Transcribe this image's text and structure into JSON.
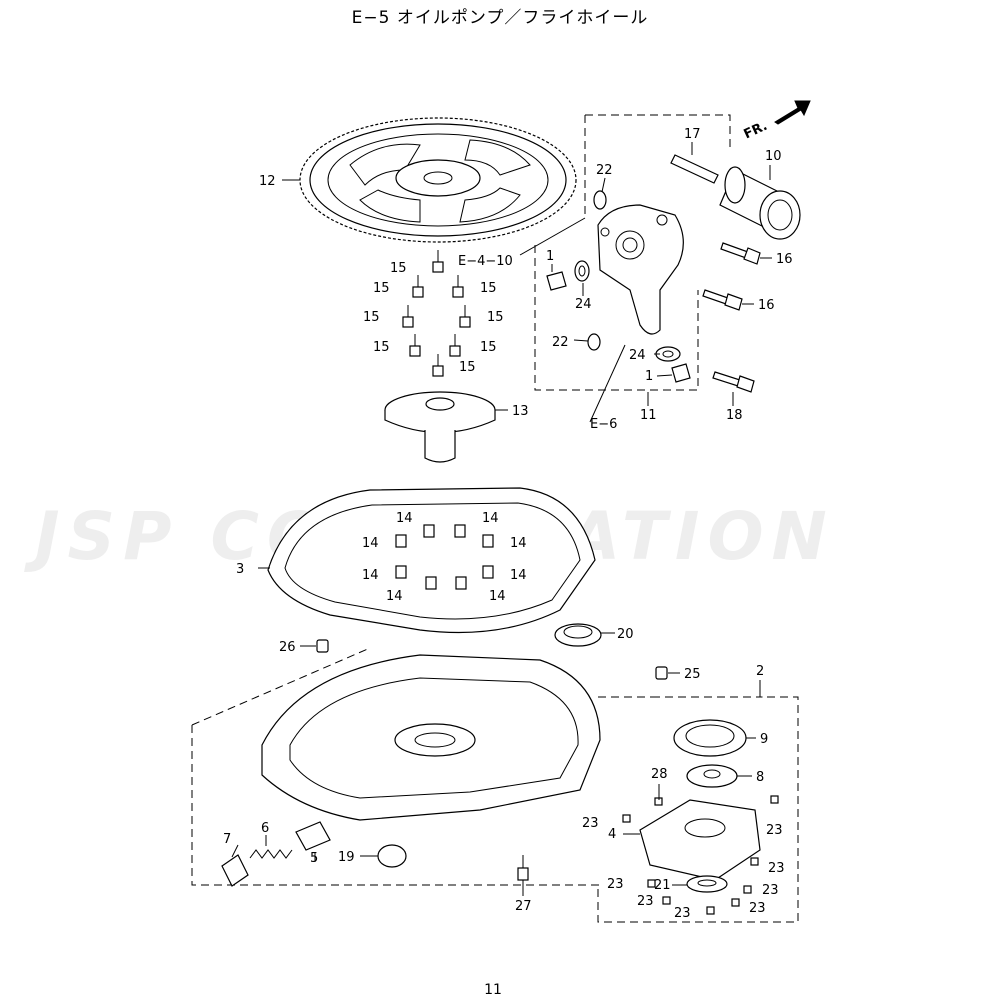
{
  "title": "E−5  オイルポンプ／フライホイール",
  "page_number": "11",
  "watermark": "JSP CORPORATION",
  "direction_label": "FR.",
  "refs": {
    "ref_e4_10": "E−4−10",
    "ref_e6": "E−6"
  },
  "callouts": {
    "c1a": "1",
    "c1b": "1",
    "c2": "2",
    "c3": "3",
    "c4": "4",
    "c5": "5",
    "c6": "6",
    "c7": "7",
    "c8": "8",
    "c9": "9",
    "c10": "10",
    "c11": "11",
    "c12": "12",
    "c13": "13",
    "c14": "14",
    "c15": "15",
    "c16": "16",
    "c17": "17",
    "c18": "18",
    "c19": "19",
    "c20": "20",
    "c21": "21",
    "c22": "22",
    "c23": "23",
    "c24": "24",
    "c25": "25",
    "c26": "26",
    "c27": "27",
    "c28": "28"
  }
}
